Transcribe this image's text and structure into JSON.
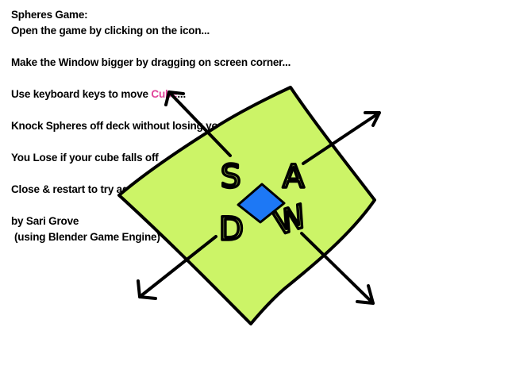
{
  "instructions": {
    "title": "Spheres Game:",
    "open_line": "Open the game by clicking on the icon...",
    "window_line": "Make the Window bigger by dragging on screen corner...",
    "keys_line_before": "Use keyboard keys to move ",
    "keys_line_highlight": "Cube",
    "keys_line_after": "...",
    "knock_line": "Knock Spheres off deck without losing your Cube too!",
    "lose_line": "You Lose if your cube falls off",
    "restart_line": "Close & restart to try again!",
    "author_line": "by Sari Grove",
    "engine_line": "(using Blender Game Engine)"
  },
  "diagram": {
    "keys": {
      "s": "S",
      "a": "A",
      "d": "D",
      "w": "W"
    },
    "colors": {
      "deck": "#ccf467",
      "cube": "#1d78f5",
      "outline": "#000000",
      "highlight": "#e0449a"
    }
  }
}
